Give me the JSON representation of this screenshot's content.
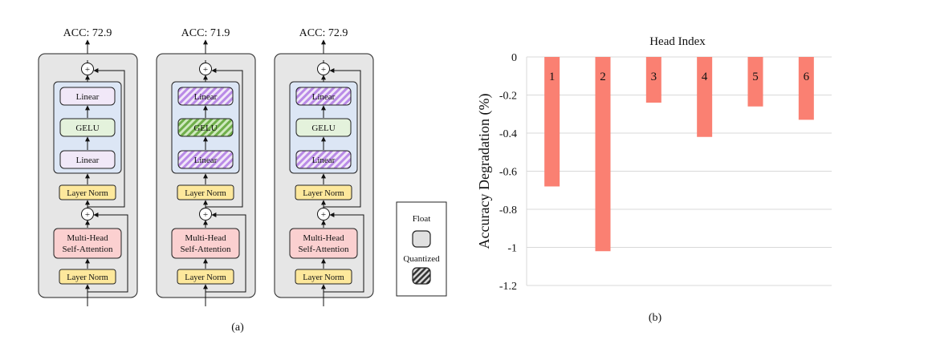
{
  "panel_a": {
    "caption": "(a)",
    "blocks": [
      {
        "acc": "ACC: 72.9",
        "ffn_top": {
          "label": "Linear",
          "quantized": false
        },
        "gelu": {
          "label": "GELU",
          "quantized": false
        },
        "ffn_bottom": {
          "label": "Linear",
          "quantized": false
        },
        "norm_top": "Layer Norm",
        "attention": {
          "line1": "Multi-Head",
          "line2": "Self-Attention"
        },
        "norm_bottom": "Layer Norm"
      },
      {
        "acc": "ACC: 71.9",
        "ffn_top": {
          "label": "Linear",
          "quantized": true
        },
        "gelu": {
          "label": "GELU",
          "quantized": true
        },
        "ffn_bottom": {
          "label": "Linear",
          "quantized": true
        },
        "norm_top": "Layer Norm",
        "attention": {
          "line1": "Multi-Head",
          "line2": "Self-Attention"
        },
        "norm_bottom": "Layer Norm"
      },
      {
        "acc": "ACC: 72.9",
        "ffn_top": {
          "label": "Linear",
          "quantized": true
        },
        "gelu": {
          "label": "GELU",
          "quantized": false
        },
        "ffn_bottom": {
          "label": "Linear",
          "quantized": true
        },
        "norm_top": "Layer Norm",
        "attention": {
          "line1": "Multi-Head",
          "line2": "Self-Attention"
        },
        "norm_bottom": "Layer Norm"
      }
    ],
    "plus_symbol": "+",
    "legend": {
      "float": "Float",
      "quantized": "Quantized"
    }
  },
  "colors": {
    "block_bg": "#e6e6e6",
    "ffn_bg": "#dce6f5",
    "linear_fill": "#f1e8f8",
    "linear_quant_fill": "#c8a4ec",
    "gelu_fill": "#e4f2dc",
    "gelu_quant_fill": "#8cc46a",
    "norm_fill": "#fde89c",
    "attn_fill": "#fbd0d0",
    "bar": "#fa8072"
  },
  "panel_b": {
    "caption": "(b)"
  },
  "chart_data": {
    "type": "bar",
    "title": "Head Index",
    "xlabel": "",
    "ylabel": "Accuracy Degradation (%)",
    "categories": [
      "1",
      "2",
      "3",
      "4",
      "5",
      "6"
    ],
    "values": [
      -0.68,
      -1.02,
      -0.24,
      -0.42,
      -0.26,
      -0.33
    ],
    "ylim": [
      -1.2,
      0
    ],
    "yticks": [
      "0",
      "-0.2",
      "-0.4",
      "-0.6",
      "-0.8",
      "-1",
      "-1.2"
    ],
    "ytick_values": [
      0,
      -0.2,
      -0.4,
      -0.6,
      -0.8,
      -1,
      -1.2
    ],
    "grid": true,
    "legend": "none"
  }
}
